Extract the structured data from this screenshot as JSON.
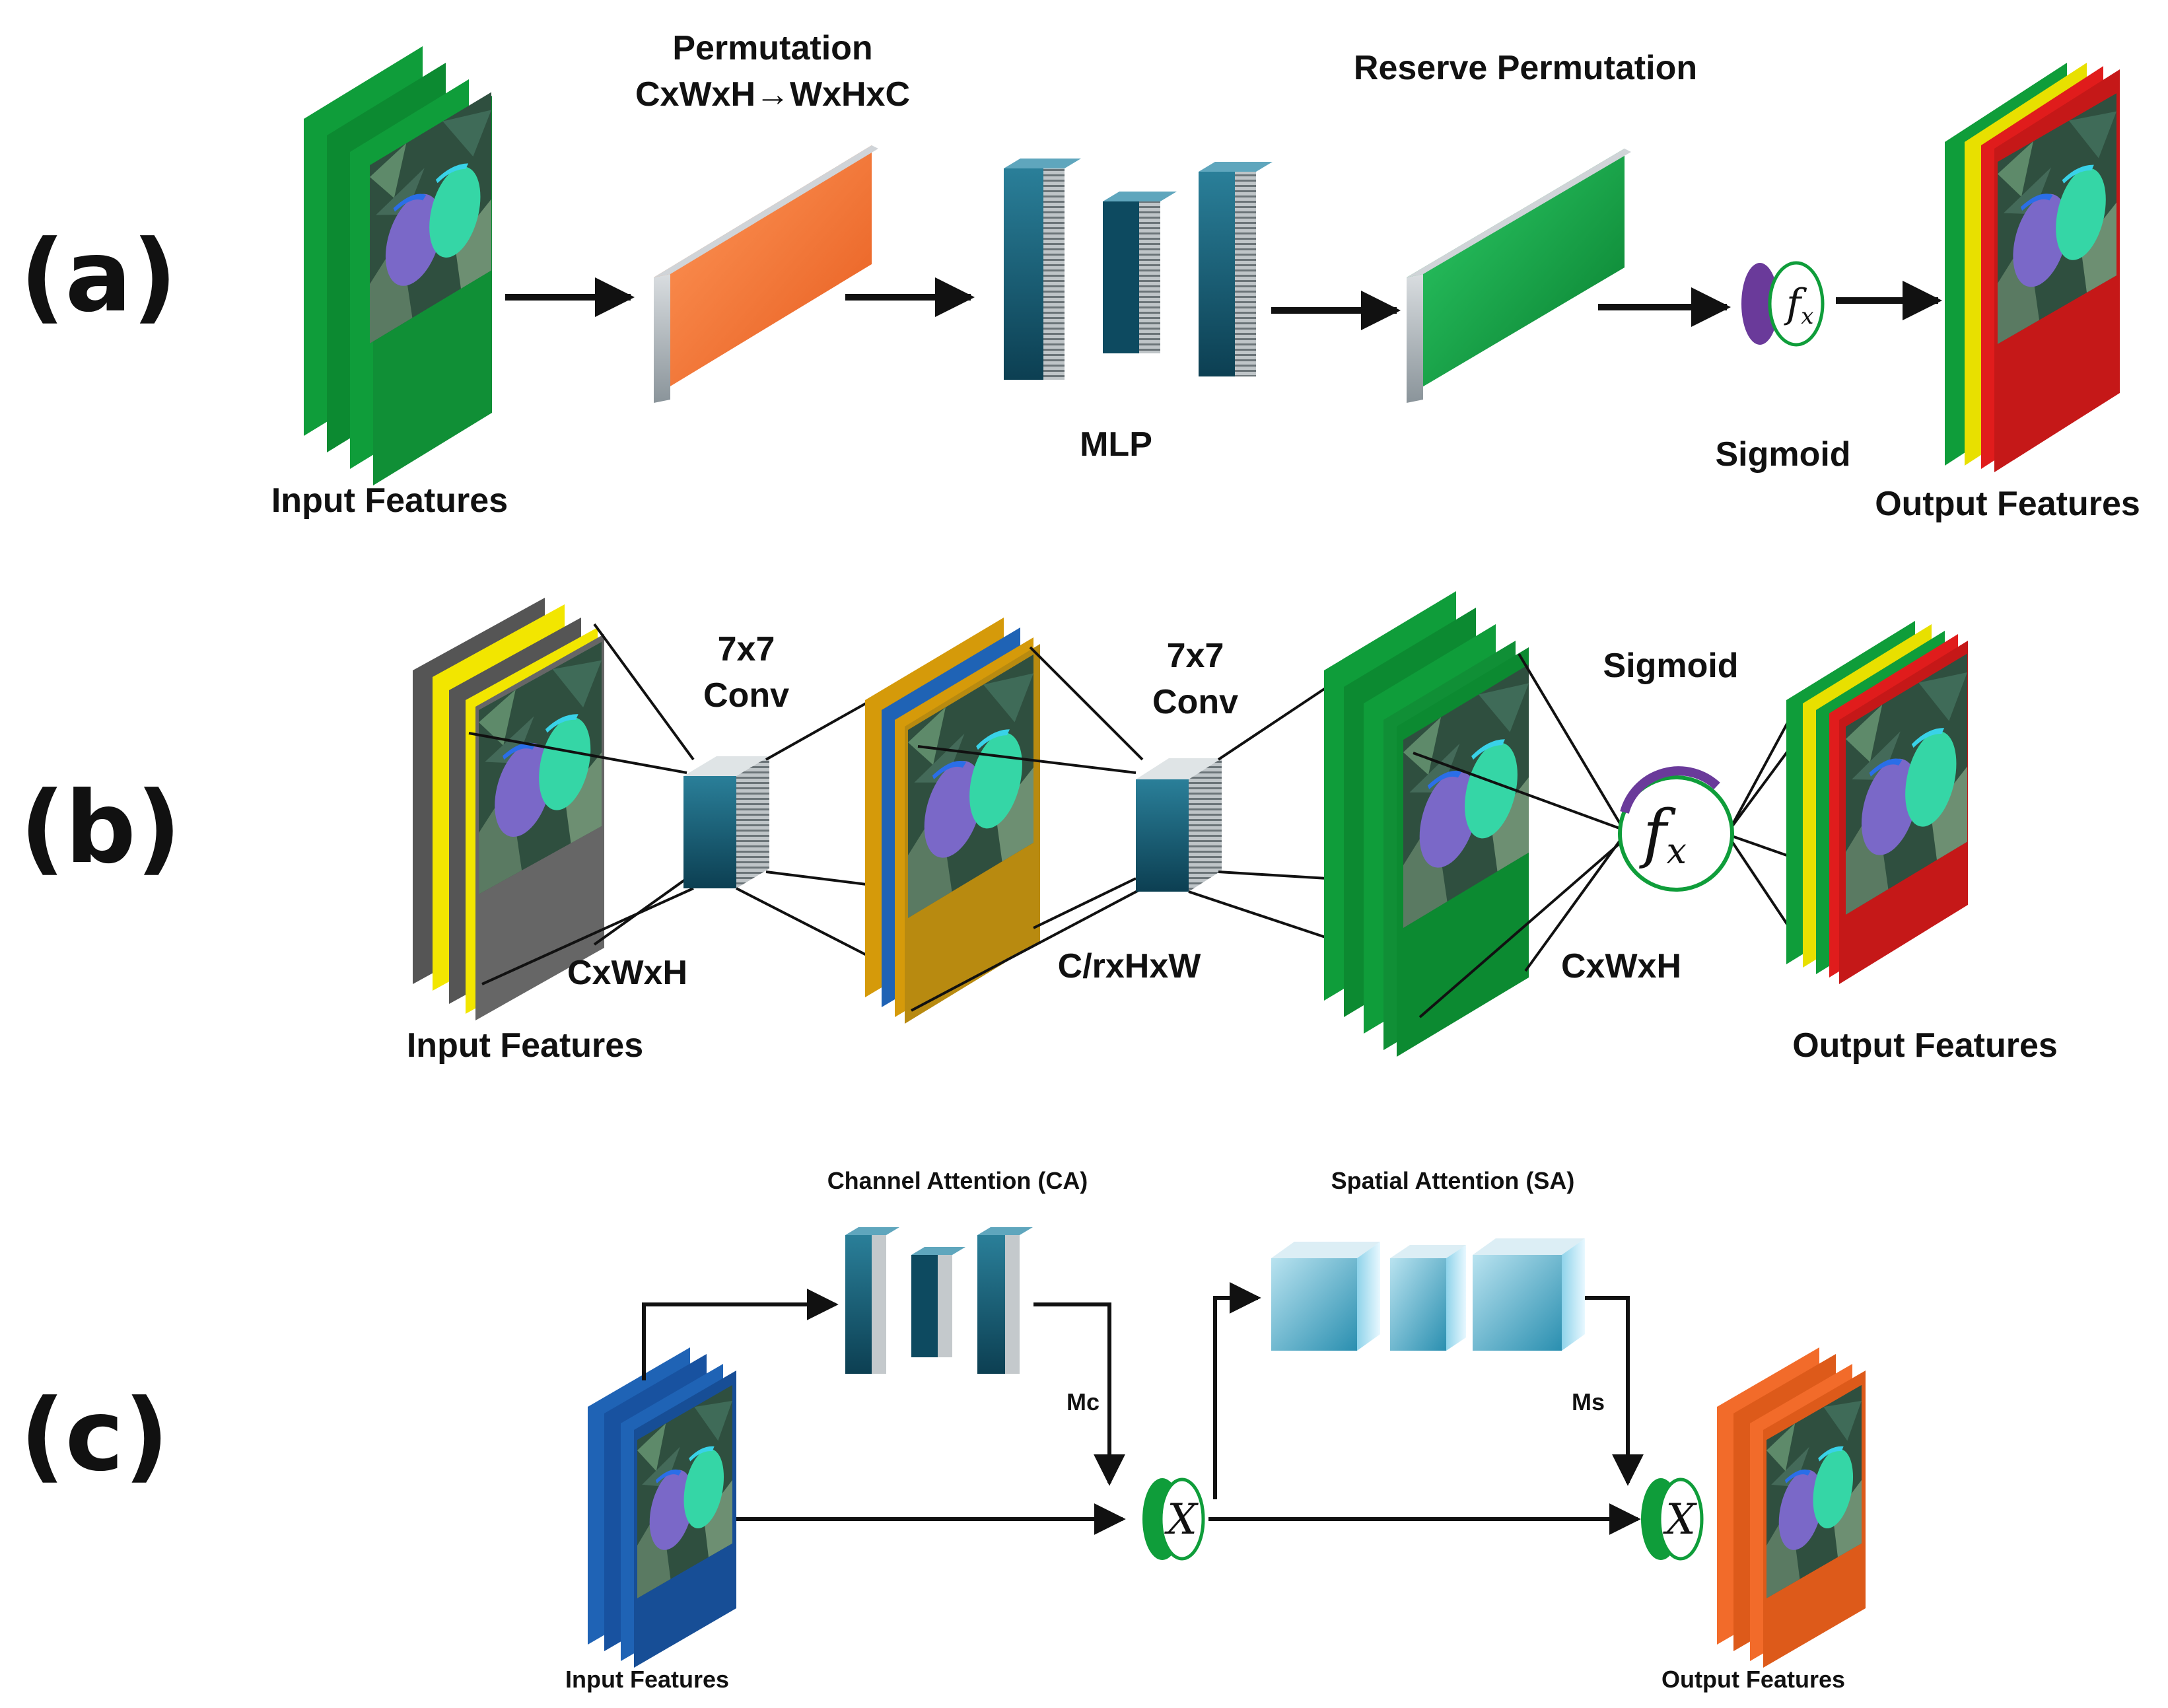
{
  "panels": {
    "a": {
      "tag": "(a)",
      "permutation_title": "Permutation",
      "permutation_formula": "CxWxH→WxHxC",
      "reserve_permutation": "Reserve Permutation",
      "mlp": "MLP",
      "sigmoid": "Sigmoid",
      "input_features": "Input Features",
      "output_features": "Output Features",
      "fx_symbol": "f",
      "fx_sub": "x"
    },
    "b": {
      "tag": "(b)",
      "conv1_line1": "7x7",
      "conv1_line2": "Conv",
      "conv2_line1": "7x7",
      "conv2_line2": "Conv",
      "sigmoid": "Sigmoid",
      "dim_left": "CxWxH",
      "dim_mid": "C/rxHxW",
      "dim_right": "CxWxH",
      "input_features": "Input Features",
      "output_features": "Output Features",
      "fx_symbol": "f",
      "fx_sub": "x"
    },
    "c": {
      "tag": "(c)",
      "channel_attention": "Channel Attention (CA)",
      "spatial_attention": "Spatial Attention (SA)",
      "mc": "Mc",
      "ms": "Ms",
      "input_features": "Input Features",
      "output_features": "Output Features",
      "mult_symbol": "X"
    }
  },
  "colors": {
    "green": "#0f9d3a",
    "orange": "#f26b2a",
    "yellow": "#f2e600",
    "red": "#e01c1c",
    "gray": "#555555",
    "gold": "#d59a0a",
    "blue": "#1f63b5",
    "teal_dark": "#0f4f66",
    "purple": "#6a3a9a"
  }
}
